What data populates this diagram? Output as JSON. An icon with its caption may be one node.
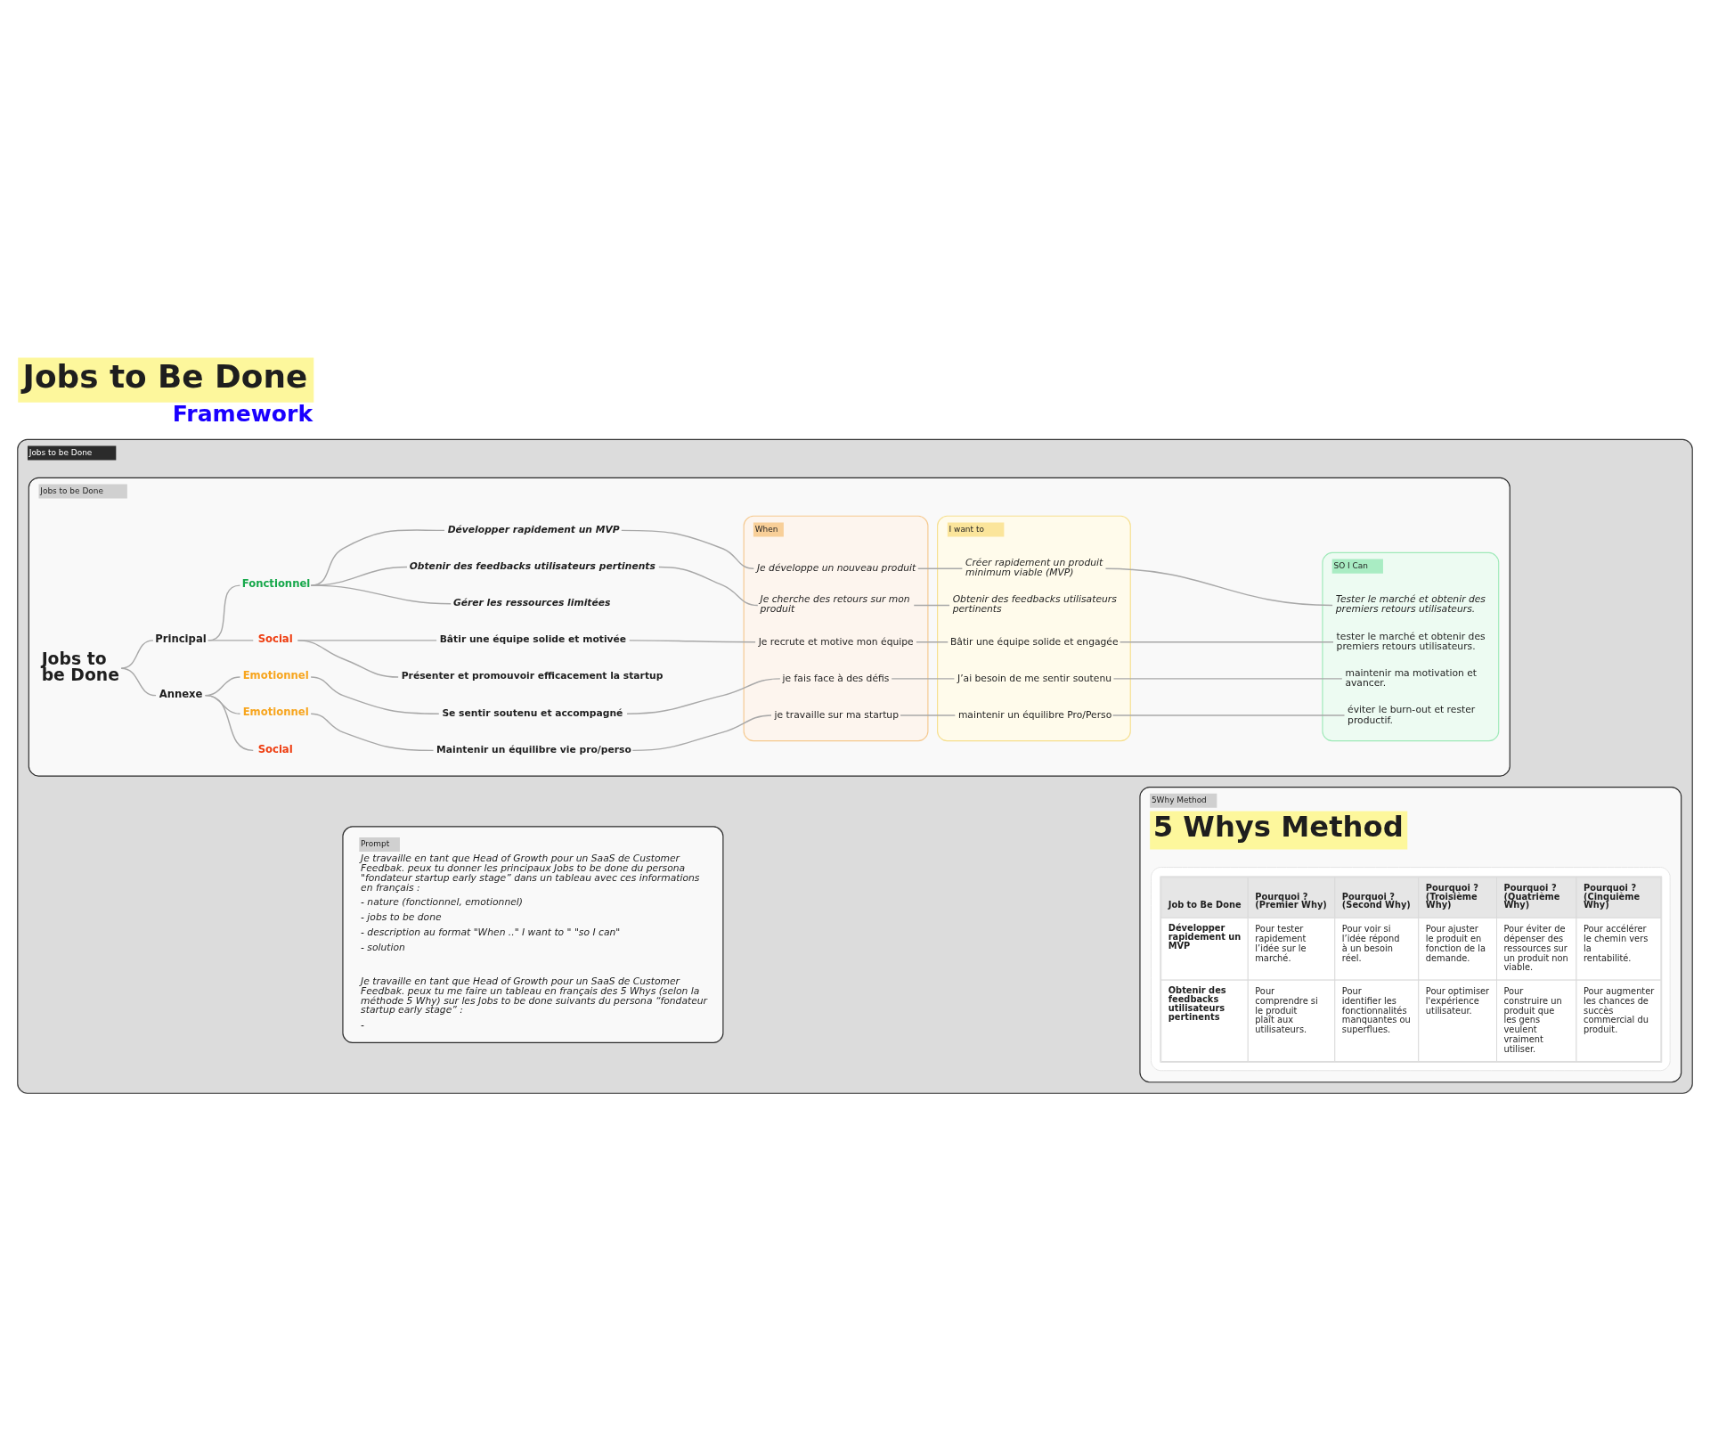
{
  "diagram": {
    "title": "Jobs to Be Done Framework",
    "nodes": [
      {
        "text": [
          "Jobs to be Done"
        ]
      },
      {
        "text": [
          "Jobs to be Done"
        ],
        "in": 0
      },
      {
        "text": [
          "Jobs to be Done"
        ],
        "in": 1
      },
      {
        "text": [
          "Principal"
        ],
        "in": 1
      },
      {
        "text": [
          "Annexe"
        ],
        "in": 1
      },
      {
        "text": [
          "Fonctionnel"
        ],
        "in": 1
      },
      {
        "text": [
          "Social"
        ],
        "in": 1
      },
      {
        "text": [
          "Emotionnel"
        ],
        "in": 1
      },
      {
        "text": [
          "Emotionnel"
        ],
        "in": 1
      },
      {
        "text": [
          "Social"
        ],
        "in": 1
      },
      {
        "text": [
          "Développer rapidement un MVP"
        ],
        "in": 1
      },
      {
        "text": [
          "Obtenir des feedbacks utilisateurs pertinents"
        ],
        "in": 1
      },
      {
        "text": [
          "Gérer les ressources limitées"
        ],
        "in": 1
      },
      {
        "text": [
          "Bâtir une équipe solide et motivée"
        ],
        "in": 1
      },
      {
        "text": [
          "Présenter et promouvoir efficacement la startup"
        ],
        "in": 1
      },
      {
        "text": [
          "Se sentir soutenu et accompagné"
        ],
        "in": 1
      },
      {
        "text": [
          "Maintenir un équilibre vie pro/perso"
        ],
        "in": 1
      },
      {
        "text": [
          "When"
        ],
        "in": 1
      },
      {
        "text": [
          "Je développe un nouveau produit"
        ],
        "in": 17
      },
      {
        "text": [
          "Je cherche des retours sur mon produit"
        ],
        "in": 17
      },
      {
        "text": [
          "Je recrute et motive mon équipe"
        ],
        "in": 17
      },
      {
        "text": [
          "je fais face à des défis"
        ],
        "in": 17
      },
      {
        "text": [
          "je travaille sur ma startup"
        ],
        "in": 17
      },
      {
        "text": [
          "I want to"
        ],
        "in": 1
      },
      {
        "text": [
          "Créer rapidement un produit minimum viable (MVP)"
        ],
        "in": 23
      },
      {
        "text": [
          "Obtenir des feedbacks utilisateurs pertinents"
        ],
        "in": 23
      },
      {
        "text": [
          "Bâtir une équipe solide et engagée"
        ],
        "in": 23
      },
      {
        "text": [
          "J’ai besoin de me sentir soutenu"
        ],
        "in": 23
      },
      {
        "text": [
          "maintenir un équilibre Pro/Perso"
        ],
        "in": 23
      },
      {
        "text": [
          "SO I Can"
        ],
        "in": 1
      },
      {
        "text": [
          "Tester le marché et obtenir des premiers retours utilisateurs."
        ],
        "in": 29
      },
      {
        "text": [
          "tester le marché et obtenir des premiers retours utilisateurs."
        ],
        "in": 29
      },
      {
        "text": [
          "maintenir ma motivation et avancer."
        ],
        "in": 29
      },
      {
        "text": [
          "éviter le burn-out et rester productif."
        ],
        "in": 29
      },
      {
        "text": [
          "Prompt",
          "Je travaille en tant que Head of Growth pour un SaaS de Customer Feedbak. peux tu donner les principaux Jobs to be done du persona \"fondateur startup early stage” dans un tableau avec ces informations en français :",
          "- nature (fonctionnel, emotionnel)",
          "- jobs to be done",
          "- description au format \"When ..\" I want to \" \"so I can\"",
          "- solution",
          "Je travaille en tant que Head of Growth pour un SaaS de Customer Feedbak. peux tu me faire un tableau en français des 5 Whys (selon la méthode 5 Why) sur les Jobs to be done suivants du persona “fondateur startup early stage” :",
          "-"
        ],
        "in": 0
      },
      {
        "text": [
          "5Why Method",
          "5 Whys Method"
        ],
        "in": 0
      }
    ],
    "edges": [
      {
        "from": 2,
        "to": 4,
        "arrow": "none"
      },
      {
        "from": 2,
        "to": 3,
        "arrow": "none"
      },
      {
        "from": 3,
        "to": 6,
        "arrow": "none"
      },
      {
        "from": 3,
        "to": 5,
        "arrow": "none"
      },
      {
        "from": 4,
        "to": 9,
        "arrow": "none"
      },
      {
        "from": 4,
        "to": 8,
        "arrow": "none"
      },
      {
        "from": 4,
        "to": 7,
        "arrow": "none"
      },
      {
        "from": 5,
        "to": 12,
        "arrow": "none"
      },
      {
        "from": 5,
        "to": 11,
        "arrow": "none"
      },
      {
        "from": 5,
        "to": 10,
        "arrow": "none"
      },
      {
        "from": 6,
        "to": 14,
        "arrow": "none"
      },
      {
        "from": 6,
        "to": 13,
        "arrow": "none"
      },
      {
        "from": 7,
        "to": 15,
        "arrow": "none"
      },
      {
        "from": 8,
        "to": 16,
        "arrow": "none"
      },
      {
        "from": 10,
        "to": 18,
        "arrow": "none"
      },
      {
        "from": 18,
        "to": 24,
        "arrow": "none"
      },
      {
        "from": 24,
        "to": 30,
        "arrow": "none"
      },
      {
        "from": 11,
        "to": 19,
        "arrow": "none"
      },
      {
        "from": 19,
        "to": 25,
        "arrow": "none"
      },
      {
        "from": 13,
        "to": 20,
        "arrow": "none"
      },
      {
        "from": 20,
        "to": 26,
        "arrow": "none"
      },
      {
        "from": 26,
        "to": 31,
        "arrow": "none"
      },
      {
        "from": 15,
        "to": 21,
        "arrow": "none"
      },
      {
        "from": 21,
        "to": 27,
        "arrow": "none"
      },
      {
        "from": 27,
        "to": 32,
        "arrow": "none"
      },
      {
        "from": 16,
        "to": 22,
        "arrow": "none"
      },
      {
        "from": 22,
        "to": 28,
        "arrow": "none"
      },
      {
        "from": 28,
        "to": 33,
        "arrow": "none"
      }
    ],
    "labels": [
      "Job to Be Done",
      "Pourquoi ? (Premier Why)",
      "Pourquoi ? (Second Why)",
      "Pourquoi ? (Troisième Why)",
      "Pourquoi ? (Quatrième Why)",
      "Pourquoi ? (Cinquième Why)",
      "Développer rapidement un MVP",
      "Pour tester rapidement l’idée sur le marché.",
      "Pour voir si l’idée répond à un besoin réel.",
      "Pour ajuster le produit en fonction de la demande.",
      "Pour éviter de dépenser des ressources sur un produit non viable.",
      "Pour accélérer le chemin vers la rentabilité.",
      "Obtenir des feedbacks utilisateurs pertinents",
      "Pour comprendre si le produit plaît aux utilisateurs.",
      "Pour identifier les fonctionnalités manquantes ou superflues.",
      "Pour optimiser l'expérience utilisateur.",
      "Pour construire un produit que les gens veulent vraiment utiliser.",
      "Pour augmenter les chances de succès commercial du produit."
    ]
  }
}
